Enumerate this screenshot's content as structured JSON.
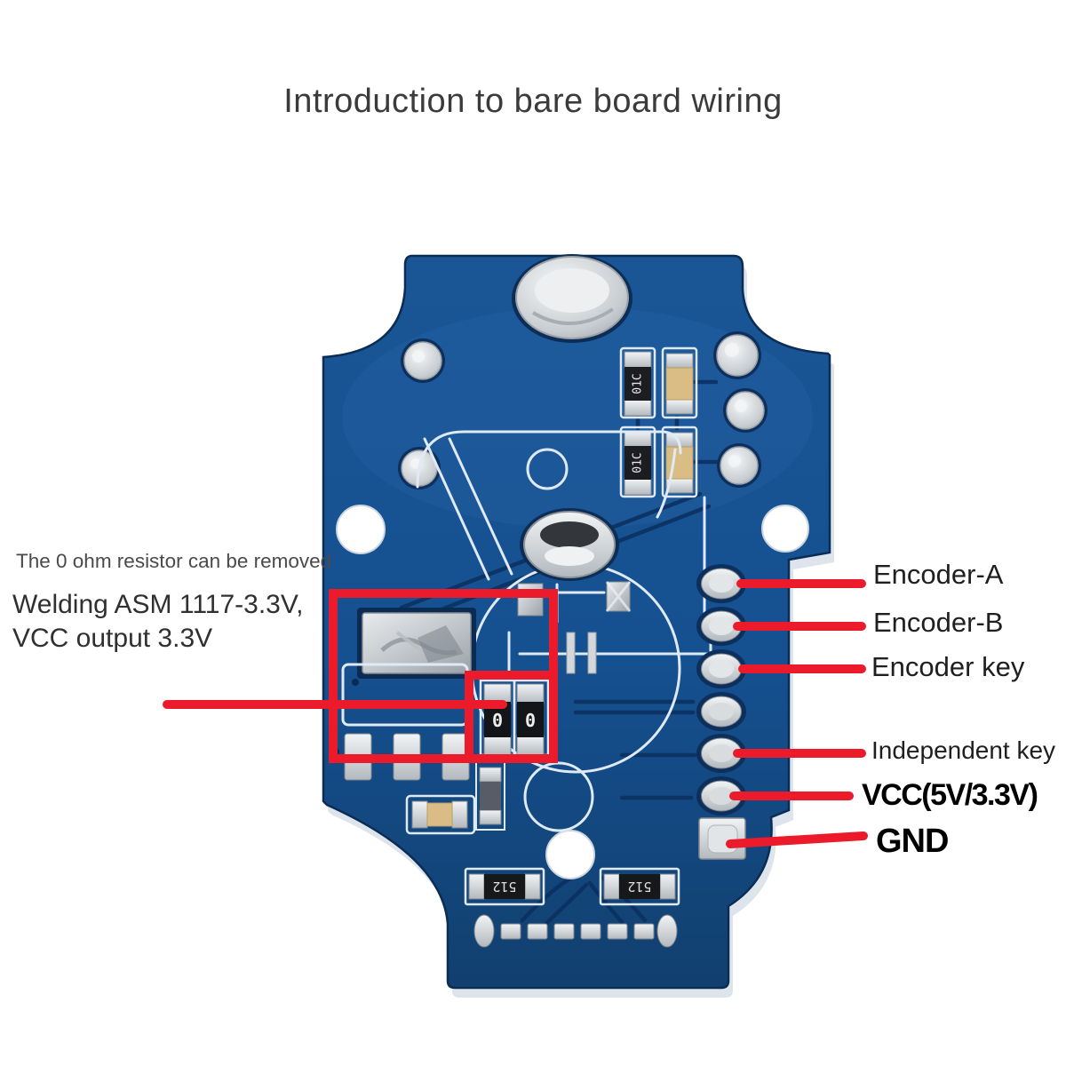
{
  "title": "Introduction to bare board wiring",
  "left_annotation": {
    "note": "The 0 ohm resistor can be removed",
    "line1": "Welding ASM 1117-3.3V,",
    "line2": "VCC output 3.3V"
  },
  "pin_labels": {
    "encoder_a": "Encoder-A",
    "encoder_b": "Encoder-B",
    "encoder_key": "Encoder key",
    "independent_key": "Independent key",
    "vcc": "VCC(5V/3.3V)",
    "gnd": "GND"
  },
  "component_markings": {
    "filter_resistor": "01C",
    "divider_resistor": "512",
    "zero_ohm_resistor": "0"
  },
  "colors": {
    "annotation_red": "#ec1b2c",
    "board_blue": "#175290",
    "board_blue_dark": "#0d3a6e",
    "trace_navy": "#0b3161",
    "silkscreen_white": "#dfeaf6",
    "solder_silver": "#c9cdd1",
    "capacitor_tan": "#d9bd85",
    "title_gray": "#3b3b3b"
  }
}
